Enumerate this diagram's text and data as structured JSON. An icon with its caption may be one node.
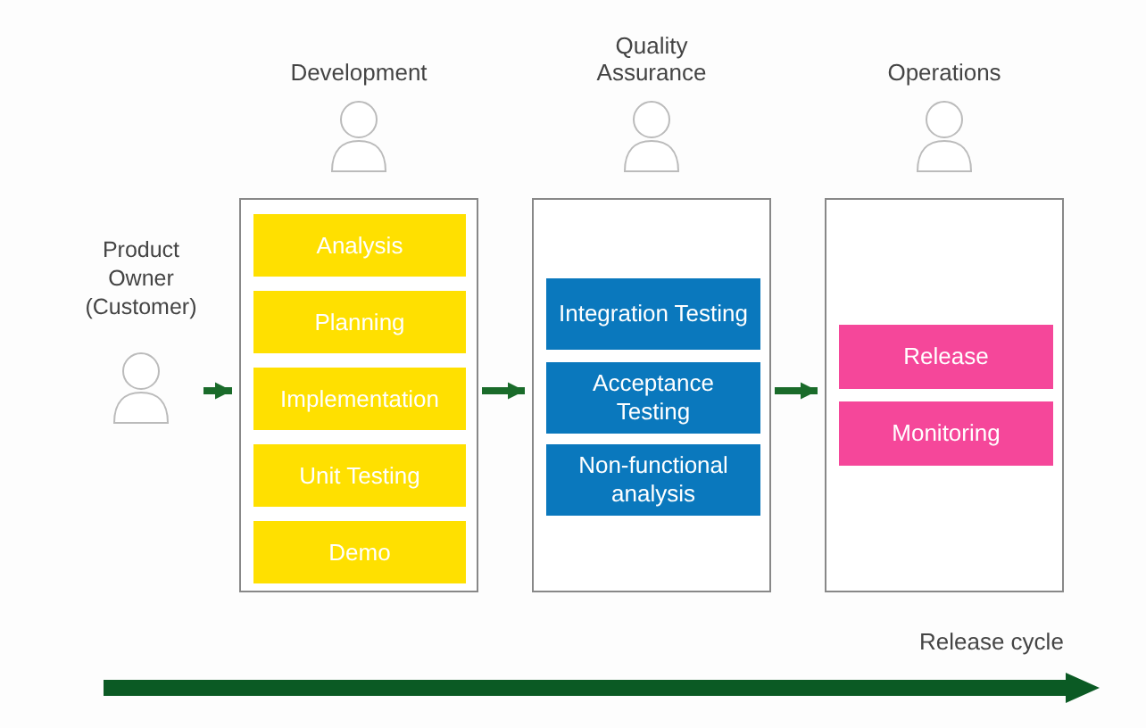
{
  "diagram": {
    "nodes": [
      {
        "text": [
          "Product Owner (Customer)"
        ]
      },
      {
        "text": [
          "Development"
        ]
      },
      {
        "text": [
          "Analysis"
        ],
        "in": 1
      },
      {
        "text": [
          "Planning"
        ],
        "in": 1
      },
      {
        "text": [
          "Implementation"
        ],
        "in": 1
      },
      {
        "text": [
          "Unit Testing"
        ],
        "in": 1
      },
      {
        "text": [
          "Demo"
        ],
        "in": 1
      },
      {
        "text": [
          "Quality Assurance"
        ]
      },
      {
        "text": [
          "Integration Testing"
        ],
        "in": 7
      },
      {
        "text": [
          "Acceptance Testing"
        ],
        "in": 7
      },
      {
        "text": [
          "Non-functional analysis"
        ],
        "in": 7
      },
      {
        "text": [
          "Operations"
        ]
      },
      {
        "text": [
          "Release"
        ],
        "in": 11
      },
      {
        "text": [
          "Monitoring"
        ],
        "in": 11
      }
    ],
    "edges": [
      {
        "from": 0,
        "to": 1,
        "arrow": "to"
      },
      {
        "from": 1,
        "to": 7,
        "arrow": "to"
      },
      {
        "from": 7,
        "to": 11,
        "arrow": "to"
      }
    ],
    "labels": [
      "Release cycle"
    ]
  }
}
